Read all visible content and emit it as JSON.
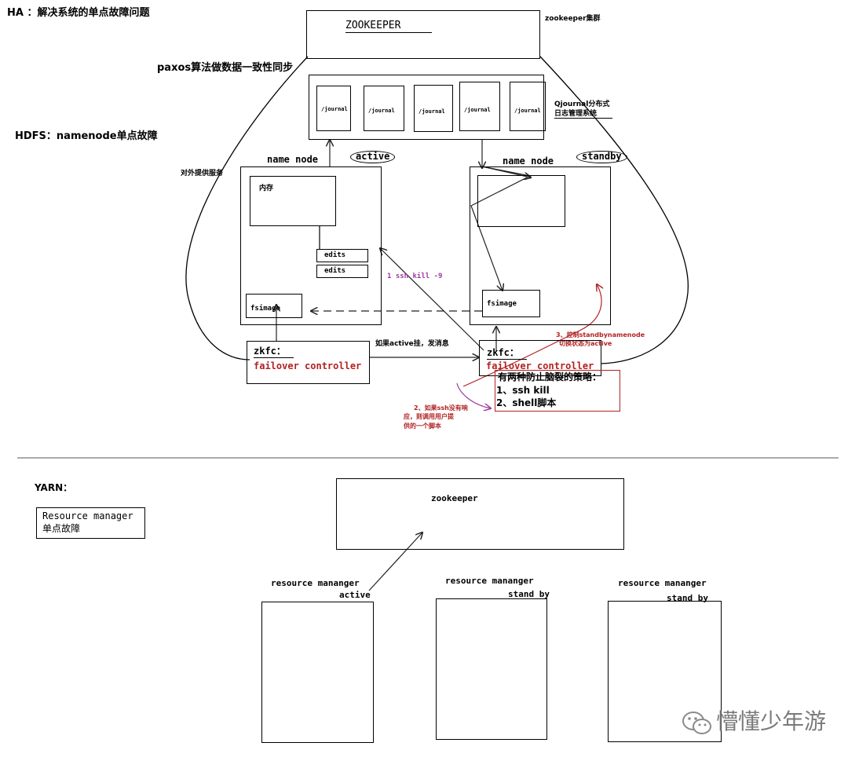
{
  "colors": {
    "line": "#000000",
    "red": "#b22222",
    "purple": "#9b3b9b",
    "arrow": "#222222"
  },
  "ha": {
    "title": "HA ：解决系统的单点故障问题",
    "zookeeper": "ZOOKEEPER",
    "zookeeper_cluster": "zookeeper集群",
    "paxos": "paxos算法做数据一致性同步",
    "journals": [
      "/journal",
      "/journal",
      "/journal",
      "/journal",
      "/journal"
    ],
    "qjournal_line1": "Qjournal分布式",
    "qjournal_line2": "日志管理系统",
    "hdfs": "HDFS：namenode单点故障",
    "external_service": "对外提供服务",
    "namenode_left": "name node",
    "active": "active",
    "namenode_right": "name node",
    "standby": "standby",
    "memory": "内存",
    "edits1": "edits",
    "edits2": "edits",
    "fsimage_left": "fsimage",
    "fsimage_right": "fsimage",
    "ssh_kill": "1 ssh kill -9",
    "if_active_down": "如果active挂，发消息",
    "control_line1": "3、控制standbynamenode",
    "control_line2": "切换状态为active",
    "zkfc_left": "zkfc：",
    "failover_left": "failover controller",
    "zkfc_right": "zkfc：",
    "failover_right": "failover controller",
    "split_title": "有两种防止脑裂的策略：",
    "split_1": "1、ssh kill",
    "split_2": "2、shell脚本",
    "ssh_fail_1": "2、如果ssh没有响",
    "ssh_fail_2": "应，则调用用户提",
    "ssh_fail_3": "供的一个脚本"
  },
  "yarn": {
    "title": "YARN：",
    "rm_box_line1": "Resource manager",
    "rm_box_line2": "单点故障",
    "zookeeper": "zookeeper",
    "rm1": "resource mananger",
    "rm1_state": "active",
    "rm2": "resource mananger",
    "rm2_state": "stand by",
    "rm3": "resource mananger",
    "rm3_state": "stand by"
  },
  "watermark": "懵懂少年游",
  "watermark_icon": "wechat-icon"
}
